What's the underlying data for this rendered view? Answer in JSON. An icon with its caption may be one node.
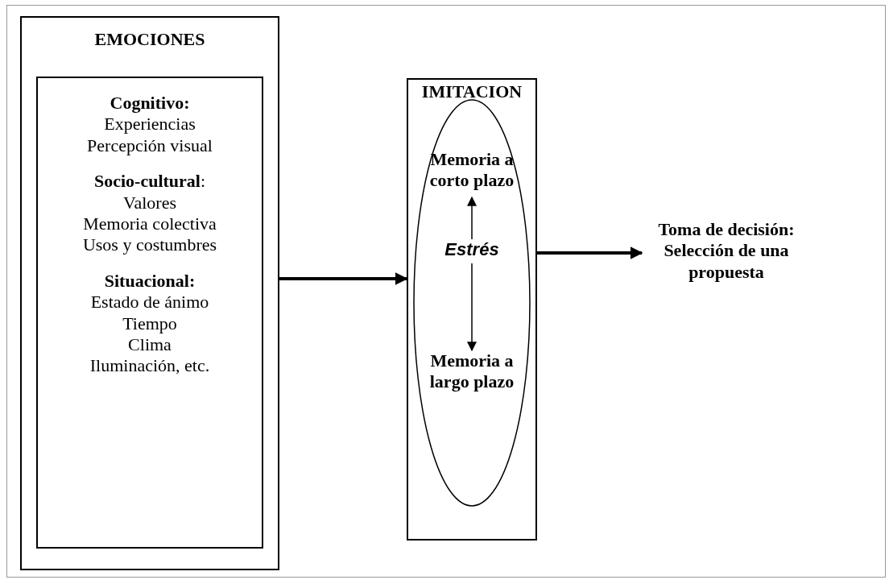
{
  "diagram": {
    "nodes": [
      {
        "text": [
          "EMOCIONES"
        ]
      },
      {
        "text": [
          "**Cognitivo:**",
          "Experiencias",
          "Percepción visual",
          "**Socio-cultural**:",
          "Valores",
          "Memoria colectiva",
          "Usos y costumbres",
          "**Situacional:**",
          "Estado de ánimo",
          "Tiempo",
          "Clima",
          "Iluminación, etc."
        ],
        "in": 0
      },
      {
        "text": [
          "IMITACION"
        ]
      },
      {
        "text": [],
        "shape": "circle",
        "in": 2
      },
      {
        "text": [
          "Memoria a corto plazo"
        ],
        "in": 3
      },
      {
        "text": [
          "Estrés"
        ],
        "in": 3
      },
      {
        "text": [
          "Memoria a largo plazo"
        ],
        "in": 3
      },
      {
        "text": [
          "Toma de decisión: Selección de una propuesta"
        ]
      }
    ],
    "edges": [
      {
        "from": 0,
        "to": 2,
        "arrow": "to",
        "style": "thick"
      },
      {
        "from": 5,
        "to": 4,
        "arrow": "to"
      },
      {
        "from": 5,
        "to": 6,
        "arrow": "to"
      },
      {
        "from": 2,
        "to": 7,
        "arrow": "to",
        "style": "thick"
      }
    ]
  }
}
